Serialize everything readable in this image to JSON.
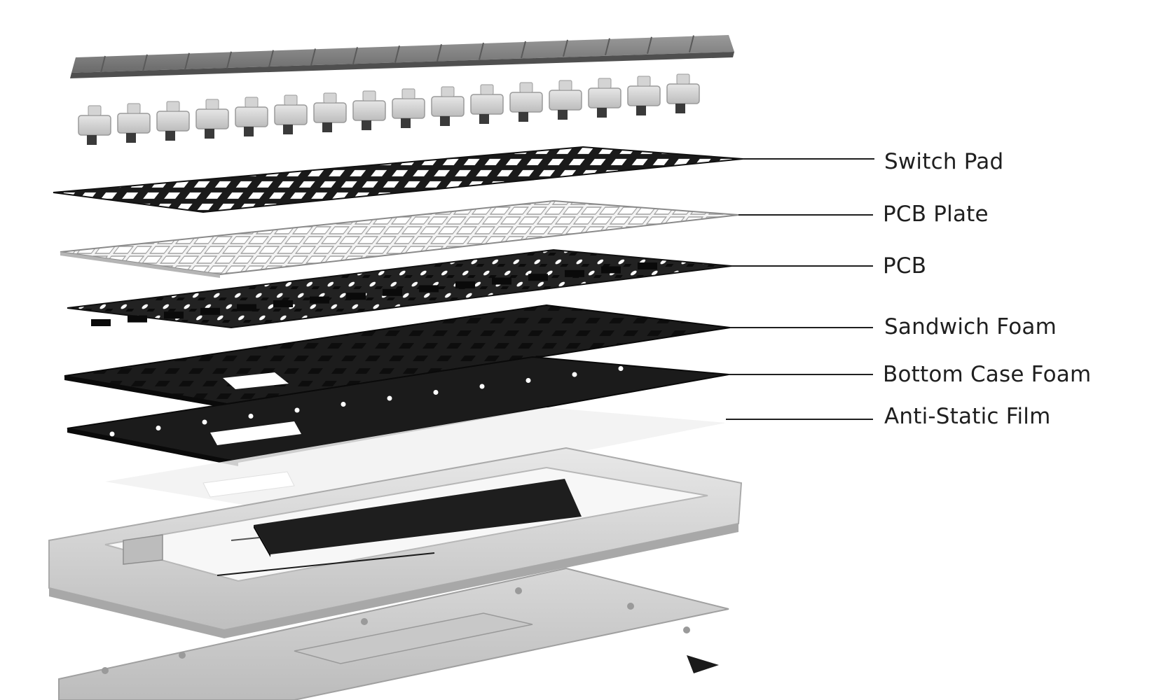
{
  "diagram": {
    "callouts": [
      {
        "label": "Switch Pad"
      },
      {
        "label": "PCB Plate"
      },
      {
        "label": "PCB"
      },
      {
        "label": "Sandwich Foam"
      },
      {
        "label": "Bottom Case Foam"
      },
      {
        "label": "Anti-Static Film"
      }
    ],
    "colors": {
      "background": "#ffffff",
      "foam_black": "#1c1c1c",
      "pcb_black": "#222222",
      "plate_silver": "#d9d9d9",
      "case_frosted": "#cfcfcf",
      "leader_line": "#1f1f1f",
      "label_text": "#1f1f1f"
    }
  }
}
